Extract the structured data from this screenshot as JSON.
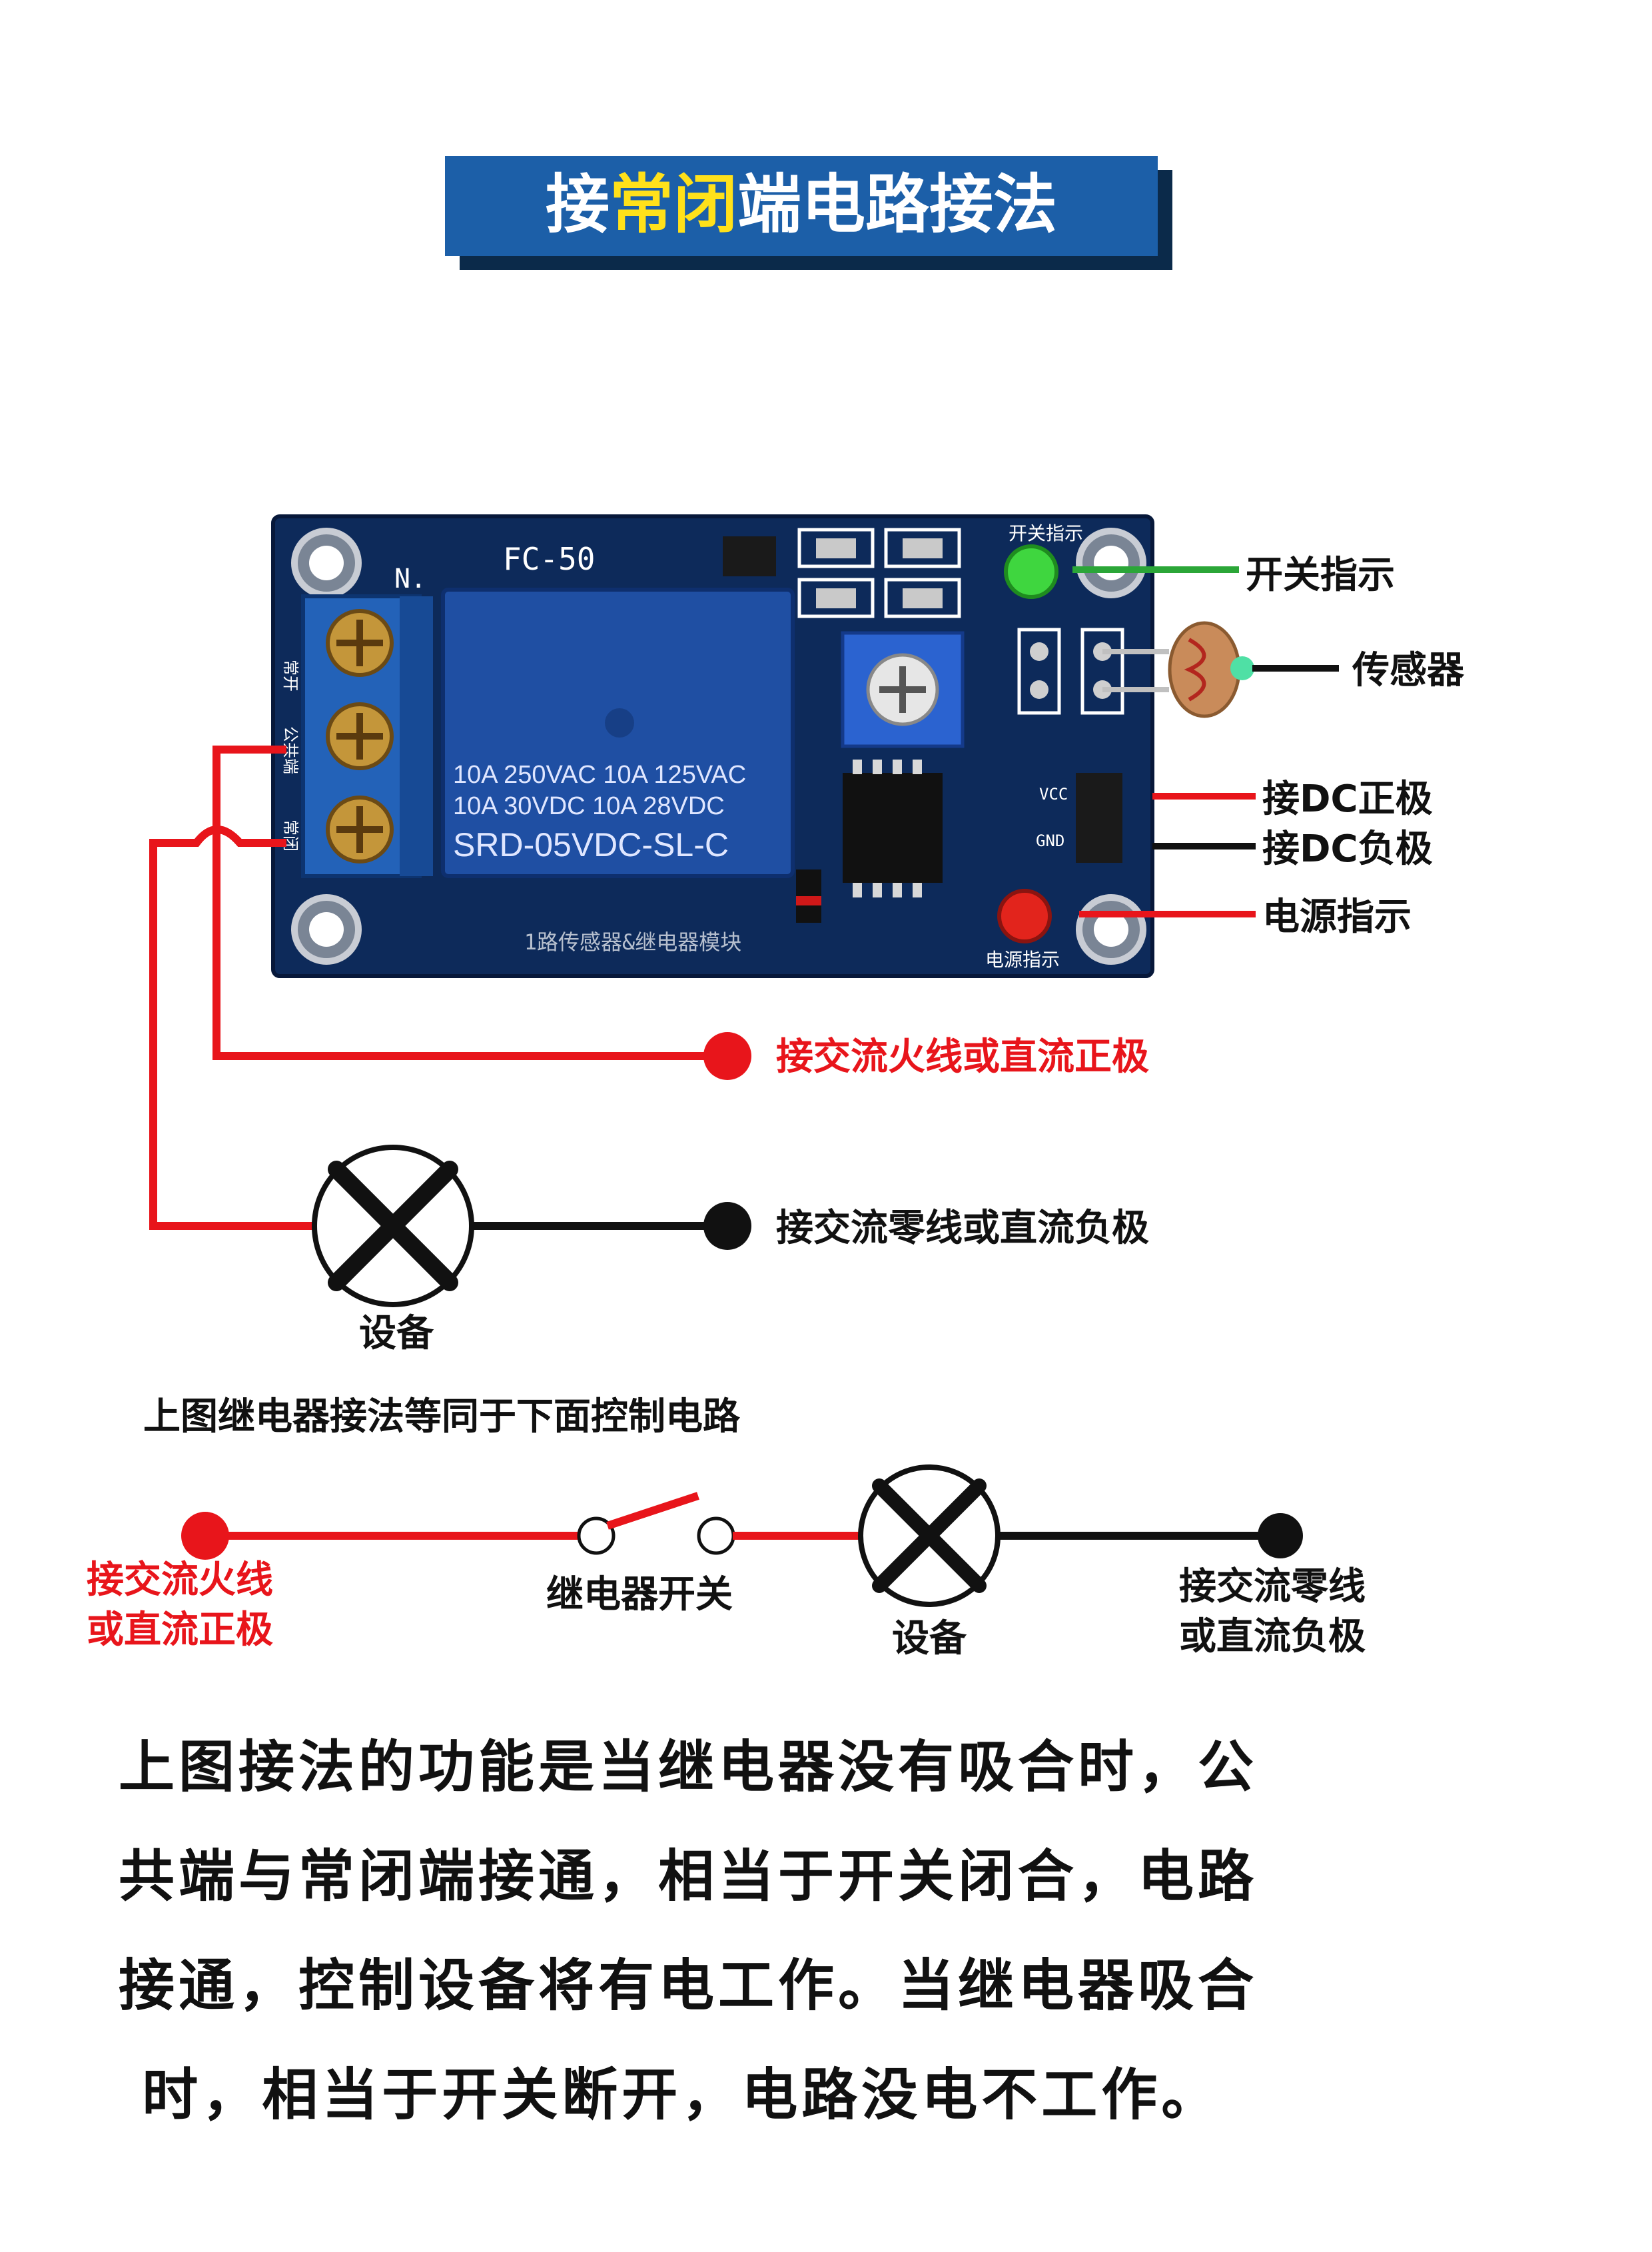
{
  "title": {
    "prefix": "接",
    "highlight": "常闭",
    "suffix": "端电路接法",
    "box_color": "#1c5fa8",
    "highlight_color": "#ffe11a"
  },
  "board": {
    "model": "FC-50",
    "n_label": "N.",
    "relay_spec_line1": "10A 250VAC  10A 125VAC",
    "relay_spec_line2": "10A  30VDC   10A  28VDC",
    "relay_model": "SRD-05VDC-SL-C",
    "bottom_text": "1路传感器&继电器模块",
    "switch_silk": "开关指示",
    "power_silk": "电源指示",
    "vcc": "VCC",
    "gnd": "GND",
    "terminal_labels": [
      "常开",
      "公共端",
      "常闭"
    ],
    "board_color": "#0d2a5a",
    "relay_color": "#1f4fa3"
  },
  "callouts": {
    "switch_indicator": "开关指示",
    "sensor": "传感器",
    "dc_positive": "接DC正极",
    "dc_negative": "接DC负极",
    "power_indicator": "电源指示"
  },
  "wiring": {
    "live": "接交流火线或直流正极",
    "neutral": "接交流零线或直流负极",
    "device": "设备",
    "live_color": "#e8151b",
    "neutral_color": "#000000"
  },
  "equivalent": {
    "heading": "上图继电器接法等同于下面控制电路",
    "live_line1": "接交流火线",
    "live_line2": "或直流正极",
    "relay_switch": "继电器开关",
    "device": "设备",
    "neutral_line1": "接交流零线",
    "neutral_line2": "或直流负极"
  },
  "description": [
    "上图接法的功能是当继电器没有吸合时，公",
    "共端与常闭端接通，相当于开关闭合，电路",
    "接通，控制设备将有电工作。当继电器吸合",
    " 时，相当于开关断开，电路没电不工作。"
  ]
}
